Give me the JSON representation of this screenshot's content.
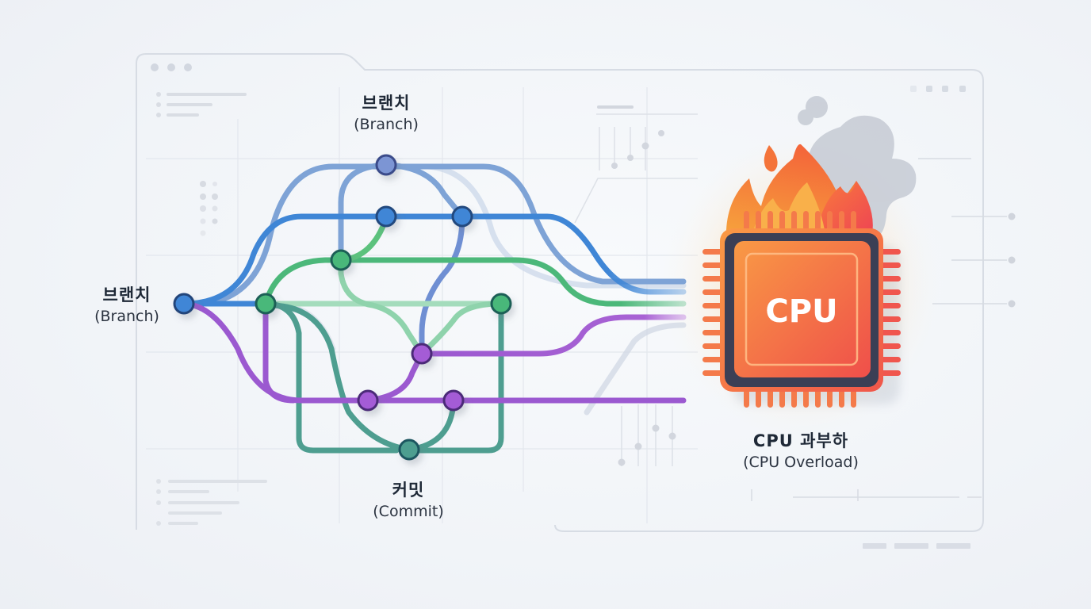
{
  "labels": {
    "branch_left": {
      "ko": "브랜치",
      "en": "(Branch)"
    },
    "branch_top": {
      "ko": "브랜치",
      "en": "(Branch)"
    },
    "commit": {
      "ko": "커밋",
      "en": "(Commit)"
    },
    "cpu_overload": {
      "ko": "CPU 과부하",
      "en": "(CPU Overload)"
    }
  },
  "cpu_chip": {
    "text": "CPU"
  },
  "colors": {
    "blue": "#3f86d6",
    "blue_light": "#7ea6d8",
    "green": "#4cb87a",
    "green_light": "#8fd3ac",
    "teal": "#4e9e90",
    "purple": "#9b59d0",
    "slate_node": "#7b95d4",
    "fire_orange": "#f47a3c",
    "fire_red": "#ef4e4e",
    "chip_dark": "#3b3f55",
    "smoke": "#c7ccd6"
  },
  "icons": [
    "window-dots-icon",
    "cpu-chip-icon",
    "fire-icon",
    "smoke-icon",
    "commit-node-icon"
  ]
}
